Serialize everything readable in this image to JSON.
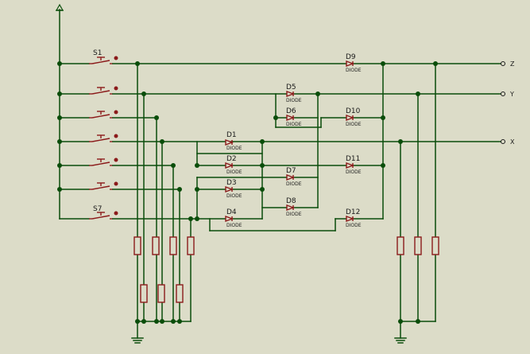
{
  "switch_labels": [
    "S1",
    "S7"
  ],
  "diodes": [
    {
      "ref": "D1",
      "type": "DIODE"
    },
    {
      "ref": "D2",
      "type": "DIODE"
    },
    {
      "ref": "D3",
      "type": "DIODE"
    },
    {
      "ref": "D4",
      "type": "DIODE"
    },
    {
      "ref": "D5",
      "type": "DIODE"
    },
    {
      "ref": "D6",
      "type": "DIODE"
    },
    {
      "ref": "D7",
      "type": "DIODE"
    },
    {
      "ref": "D8",
      "type": "DIODE"
    },
    {
      "ref": "D9",
      "type": "DIODE"
    },
    {
      "ref": "D10",
      "type": "DIODE"
    },
    {
      "ref": "D11",
      "type": "DIODE"
    },
    {
      "ref": "D12",
      "type": "DIODE"
    }
  ],
  "outputs": [
    "Z",
    "Y",
    "X"
  ],
  "colors": {
    "background": "#dcdcc8",
    "wire": "#0a4d0a",
    "component": "#8b1a1a"
  }
}
